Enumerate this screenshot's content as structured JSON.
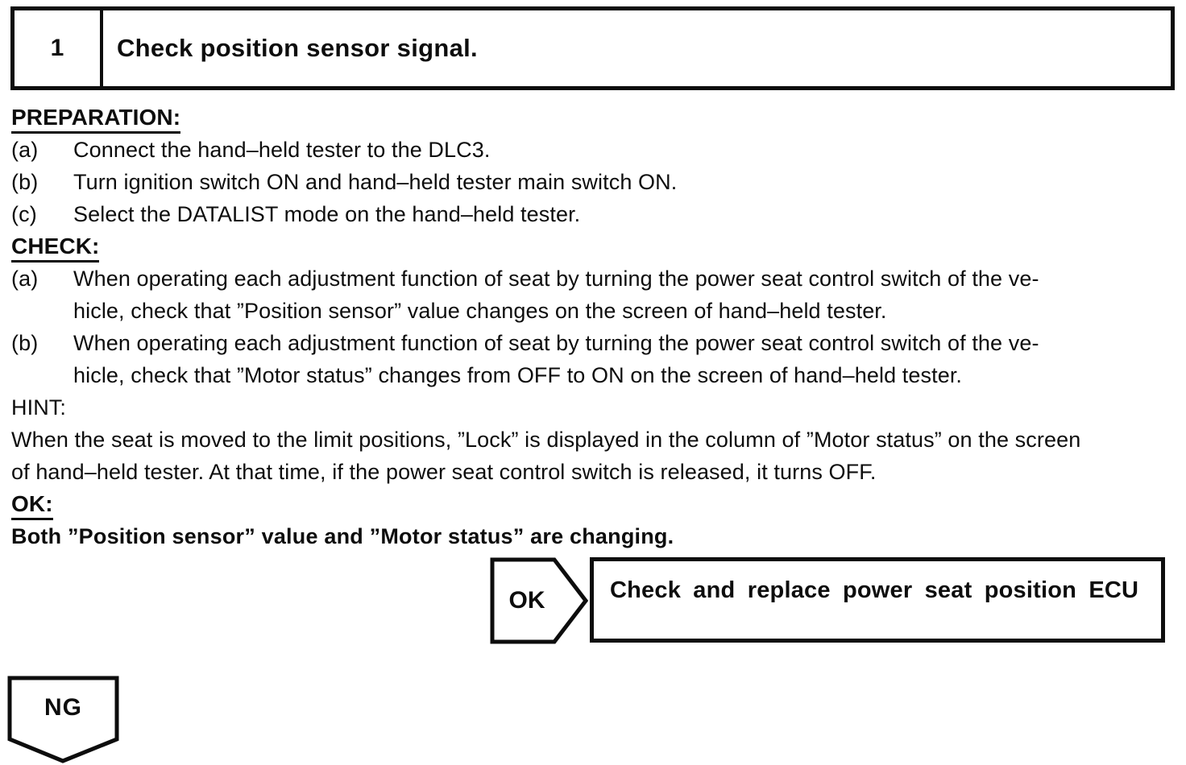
{
  "step": {
    "number": "1",
    "title": "Check position sensor signal."
  },
  "sections": {
    "preparation": {
      "heading": "PREPARATION:",
      "items": [
        {
          "label": "(a)",
          "text": "Connect the hand–held tester to the DLC3."
        },
        {
          "label": "(b)",
          "text": "Turn ignition switch ON and hand–held tester main switch ON."
        },
        {
          "label": "(c)",
          "text": "Select the DATALIST mode on the hand–held tester."
        }
      ]
    },
    "check": {
      "heading": "CHECK:",
      "items": [
        {
          "label": "(a)",
          "line1": "When operating each adjustment function of seat by turning the power seat control switch of the ve-",
          "line2": "hicle, check that ”Position sensor” value changes on the screen of hand–held tester."
        },
        {
          "label": "(b)",
          "line1": "When operating each adjustment function of seat by turning the power seat control switch of the ve-",
          "line2": "hicle, check that ”Motor status” changes from OFF to ON on the screen of hand–held tester."
        }
      ]
    },
    "hint": {
      "heading": "HINT:",
      "line1": "When the seat is moved to the limit positions, ”Lock” is displayed in the column of ”Motor status” on the screen",
      "line2": "of hand–held tester. At that time, if the power seat control switch is released, it turns OFF."
    },
    "ok": {
      "heading": "OK:",
      "conclusion": "Both ”Position sensor” value and ”Motor status” are changing."
    }
  },
  "flowchart": {
    "ok_branch": {
      "label": "OK",
      "action": "Check and replace power seat position ECU"
    },
    "ng_branch": {
      "label": "NG"
    }
  },
  "colors": {
    "ink": "#0d0d0d",
    "paper": "#ffffff"
  }
}
